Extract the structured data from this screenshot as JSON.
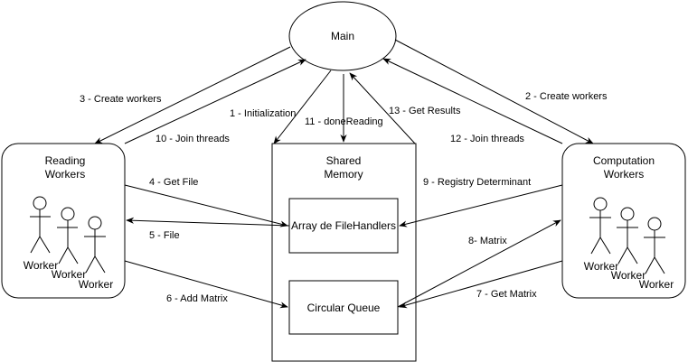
{
  "nodes": {
    "main": "Main",
    "reading_workers": [
      "Reading",
      "Workers"
    ],
    "shared_memory": [
      "Shared",
      "Memory"
    ],
    "computation_workers": [
      "Computation",
      "Workers"
    ],
    "array_file_handlers": "Array de FileHandlers",
    "circular_queue": "Circular Queue"
  },
  "actor_label": "Worker",
  "edges": {
    "e1": "1 - Initialization",
    "e2": "2 - Create workers",
    "e3": "3 - Create workers",
    "e4": "4 - Get File",
    "e5": "5 - File",
    "e6": "6 - Add Matrix",
    "e7": "7 - Get Matrix",
    "e8": "8- Matrix",
    "e9": "9 - Registry Determinant",
    "e10": "10 - Join threads",
    "e11": "11 - doneReading",
    "e12": "12 - Join threads",
    "e13": "13 - Get Results"
  }
}
